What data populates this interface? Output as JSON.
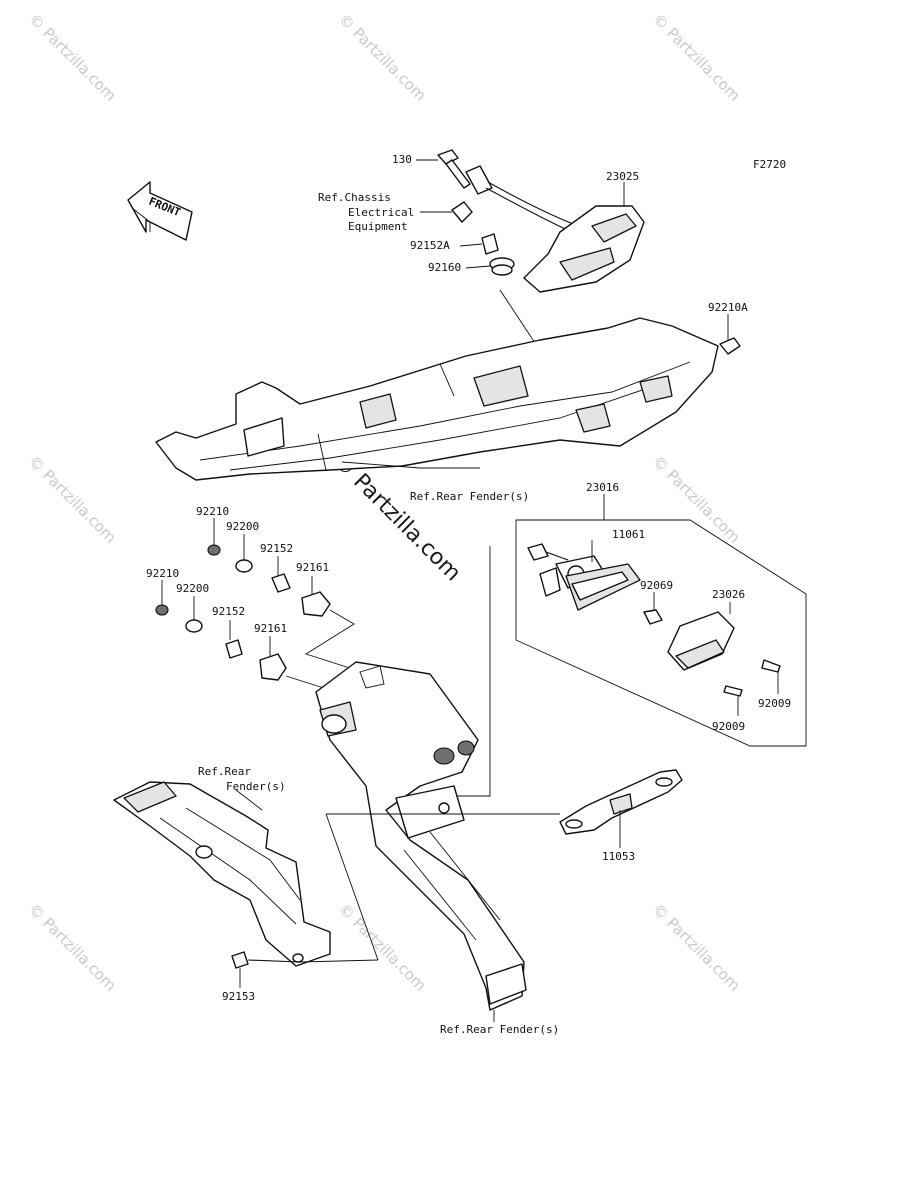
{
  "diagram_code": "F2720",
  "front_label": "FRONT",
  "watermark": "© Partzilla.com",
  "parts": [
    {
      "id": "p130",
      "label": "130"
    },
    {
      "id": "p23025",
      "label": "23025"
    },
    {
      "id": "ref_chassis_1",
      "label": "Ref.Chassis"
    },
    {
      "id": "ref_chassis_2",
      "label": "Electrical"
    },
    {
      "id": "ref_chassis_3",
      "label": "Equipment"
    },
    {
      "id": "p92152A",
      "label": "92152A"
    },
    {
      "id": "p92160",
      "label": "92160"
    },
    {
      "id": "p92210A",
      "label": "92210A"
    },
    {
      "id": "ref_rear_fender_top",
      "label": "Ref.Rear Fender(s)"
    },
    {
      "id": "p23016",
      "label": "23016"
    },
    {
      "id": "p92210_a",
      "label": "92210"
    },
    {
      "id": "p92200_a",
      "label": "92200"
    },
    {
      "id": "p92152_a",
      "label": "92152"
    },
    {
      "id": "p92161_a",
      "label": "92161"
    },
    {
      "id": "p11061",
      "label": "11061"
    },
    {
      "id": "p92210_b",
      "label": "92210"
    },
    {
      "id": "p92200_b",
      "label": "92200"
    },
    {
      "id": "p92069",
      "label": "92069"
    },
    {
      "id": "p23026",
      "label": "23026"
    },
    {
      "id": "p92152_b",
      "label": "92152"
    },
    {
      "id": "p92161_b",
      "label": "92161"
    },
    {
      "id": "p92009_a",
      "label": "92009"
    },
    {
      "id": "p92009_b",
      "label": "92009"
    },
    {
      "id": "ref_rear_fender_left_1",
      "label": "Ref.Rear"
    },
    {
      "id": "ref_rear_fender_left_2",
      "label": "Fender(s)"
    },
    {
      "id": "p11053",
      "label": "11053"
    },
    {
      "id": "p92153",
      "label": "92153"
    },
    {
      "id": "ref_rear_fender_bottom",
      "label": "Ref.Rear Fender(s)"
    }
  ]
}
